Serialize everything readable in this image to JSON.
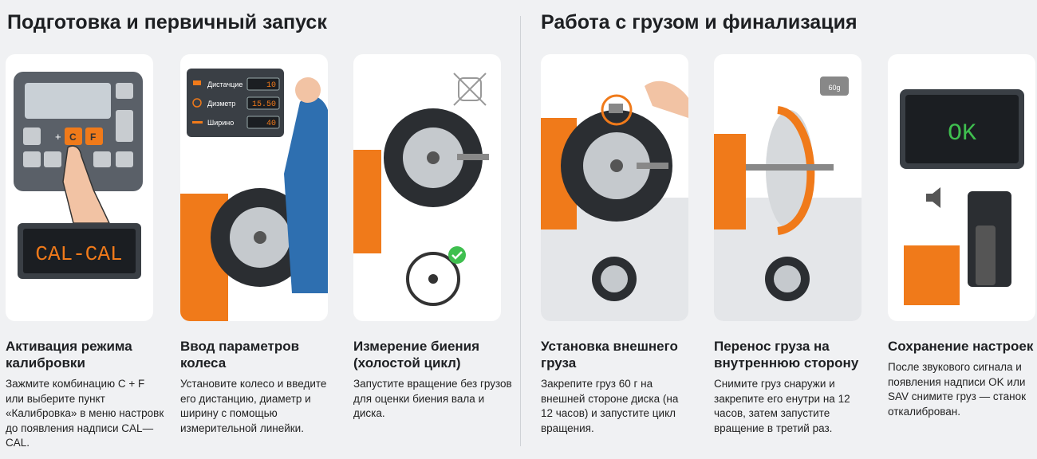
{
  "sections": [
    {
      "title": "Подготовка и первичный запуск"
    },
    {
      "title": "Работа с грузом и финализация"
    }
  ],
  "steps": [
    {
      "title": "Активация режима калибровки",
      "text": "Зажмите комбинацию C + F или выберите пункт «Калибровка» в меню настровк до появления надписи CAL—CAL."
    },
    {
      "title": "Ввод параметров колеса",
      "text": "Установите колесо и введите его дистанцию, диаметр и ширину с помощью измерительной линейки."
    },
    {
      "title": "Измерение биения (холостой цикл)",
      "text": "Запустите вращение без грузов для оценки биения вала и диска."
    },
    {
      "title": "Установка внешнего груза",
      "text": "Закрепите груз 60 г на внешней стороне диска (на 12 часов) и запустите цикл вращения."
    },
    {
      "title": "Перенос груза на внутреннюю сторону",
      "text": "Снимите груз снаружи и закрепите его енутри на 12 часов, затем запустите вращение в третий раз."
    },
    {
      "title": "Сохранение настроек",
      "text": "После звукового сигнала и появления надписи OK или SAV снимите груз — станок откалиброван."
    }
  ],
  "illustrations": {
    "keypad_plus": "+",
    "key_c": "C",
    "key_f": "F",
    "display_cal": "CAL-CAL",
    "params": [
      {
        "label": "Дистачцие",
        "value": "10"
      },
      {
        "label": "Дизметр",
        "value": "15.50"
      },
      {
        "label": "Ширино",
        "value": "40"
      }
    ],
    "weight_label": "60g",
    "display_ok": "OK"
  },
  "colors": {
    "accent": "#f07a1a",
    "dark": "#3a3f45",
    "display_green": "#3fbf4f"
  }
}
